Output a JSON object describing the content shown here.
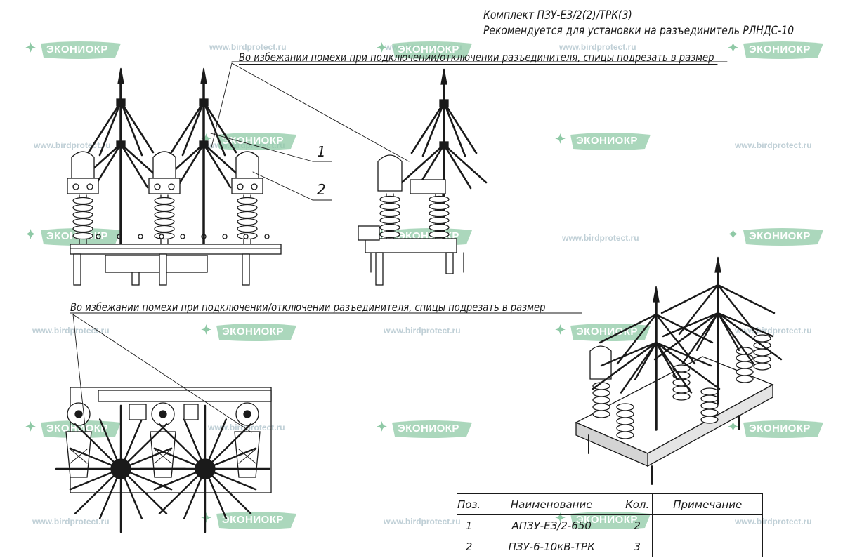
{
  "header": {
    "line1": "Комплект ПЗУ-ЕЗ/2(2)/ТРК(3)",
    "line2": "Рекомендуется для установки на разъединитель РЛНДС-10"
  },
  "notes": {
    "top": "Во избежании помехи при подключении/отключении разъединителя, спицы подрезать в размер",
    "bottom": "Во избежании помехи при подключении/отключении разъединителя, спицы подрезать в размер"
  },
  "callouts": [
    "1",
    "2"
  ],
  "watermark": {
    "url": "www.birdprotect.ru",
    "logo_text": "ЭКОНИОКР",
    "logo_color": "#8fc9a6",
    "bird_icon": "bird-icon"
  },
  "spec_table": {
    "headers": {
      "pos": "Поз.",
      "name": "Наименование",
      "qty": "Кол.",
      "note": "Примечание"
    },
    "rows": [
      {
        "pos": "1",
        "name": "АПЗУ-ЕЗ/2-650",
        "qty": "2",
        "note": ""
      },
      {
        "pos": "2",
        "name": "ПЗУ-6-10кВ-ТРК",
        "qty": "3",
        "note": ""
      }
    ]
  }
}
